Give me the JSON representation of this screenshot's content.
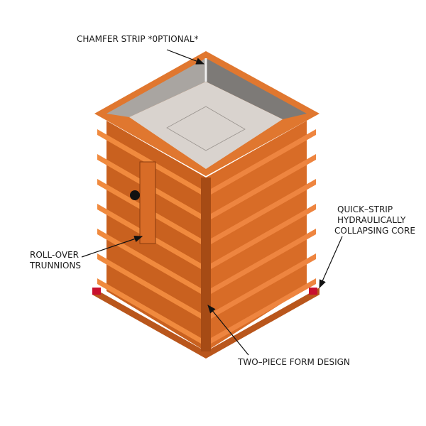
{
  "labels": {
    "chamfer": "CHAMFER STRIP *0PTIONAL*",
    "core_line1": "QUICK–STRIP",
    "core_line2": "HYDRAULICALLY",
    "core_line3": "COLLAPSING CORE",
    "trunnions_line1": "ROLL-OVER",
    "trunnions_line2": "TRUNNIONS",
    "two_piece": "TWO–PIECE FORM DESIGN"
  },
  "colors": {
    "form_orange": "#e0772f",
    "form_dark": "#b9561c",
    "core_grey": "#d9d3ce",
    "inner_wall": "#8c8885",
    "accent_red": "#c8102e"
  }
}
